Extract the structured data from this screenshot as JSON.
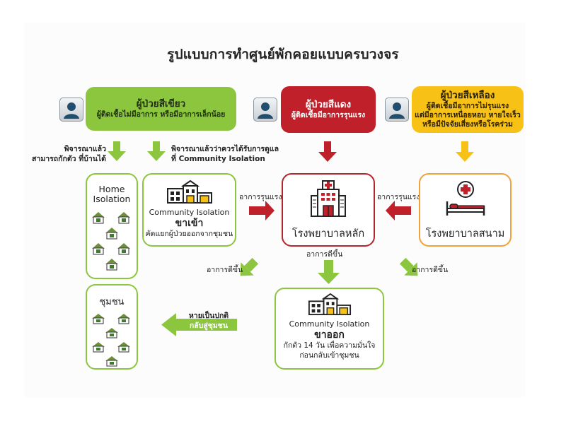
{
  "title": "รูปแบบการทำศูนย์พักคอยแบบครบวงจร",
  "colors": {
    "green": "#8cc63f",
    "red": "#c0202a",
    "yellow": "#f7c215",
    "orange_border": "#f2a23a",
    "red_border": "#b5252d"
  },
  "categories": {
    "green": {
      "heading": "ผู้ป่วยสีเขียว",
      "sub": [
        "ผู้ติดเชื้อไม่มีอาการ หรือมีอาการเล็กน้อย"
      ],
      "icon": "person-icon"
    },
    "red": {
      "heading": "ผู้ป่วยสีแดง",
      "sub": [
        "ผู้ติดเชื้อมีอาการรุนแรง"
      ],
      "icon": "person-icon"
    },
    "yellow": {
      "heading": "ผู้ป่วยสีเหลือง",
      "sub": [
        "ผู้ติดเชื้อมีอาการไม่รุนแรง",
        "แต่มีอาการเหนื่อยหอบ หายใจเร็ว",
        "หรือมีปัจจัยเสี่ยงหรือโรคร่วม"
      ],
      "icon": "person-icon"
    }
  },
  "notes": {
    "home_line1": "พิจารณาแล้ว",
    "home_line2": "สามารถกักตัว ที่บ้านได้",
    "ci_line1": "พิจารณาแล้วว่าควรได้รับการดูแล",
    "ci_line2": "ที่ Community Isolation"
  },
  "nodes": {
    "home_isolation": {
      "title_line1": "Home",
      "title_line2": "Isolation"
    },
    "ci_in": {
      "title": "Community Isolation",
      "subtitle": "ขาเข้า",
      "desc": "คัดแยกผู้ป่วยออกจากชุมชน"
    },
    "main_hospital": {
      "title": "โรงพยาบาลหลัก"
    },
    "field_hospital": {
      "title": "โรงพยาบาลสนาม"
    },
    "community": {
      "title": "ชุมชน"
    },
    "ci_out": {
      "title": "Community Isolation",
      "subtitle": "ขาออก",
      "desc_line1": "กักตัว 14 วัน เพื่อความมั่นใจ",
      "desc_line2": "ก่อนกลับเข้าชุมชน"
    }
  },
  "edges": {
    "severe_left": "อาการรุนแรง",
    "severe_right": "อาการรุนแรง",
    "improved_center": "อาการดีขึ้น",
    "improved_left": "อาการดีขึ้น",
    "improved_right": "อาการดีขึ้น",
    "recovered_line1": "หายเป็นปกติ",
    "recovered_line2": "กลับสู่ชุมชน"
  }
}
